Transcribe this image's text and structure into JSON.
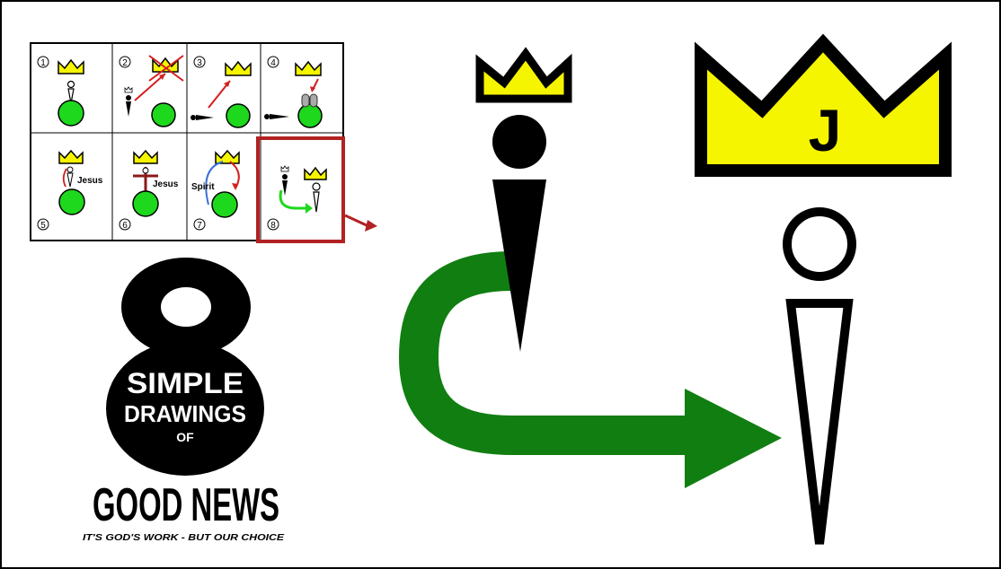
{
  "thumbnail_grid": {
    "panels": [
      {
        "number": "1"
      },
      {
        "number": "2"
      },
      {
        "number": "3"
      },
      {
        "number": "4"
      },
      {
        "number": "5",
        "label": "Jesus"
      },
      {
        "number": "6",
        "label": "Jesus"
      },
      {
        "number": "7",
        "label": "Spirit"
      },
      {
        "number": "8"
      }
    ]
  },
  "logo": {
    "big_number": "8",
    "line1": "SIMPLE",
    "line2": "DRAWINGS",
    "line3": "OF",
    "title": "GOOD NEWS",
    "tagline": "IT'S GOD'S WORK - BUT OUR CHOICE"
  },
  "main": {
    "crown_letter": "J"
  },
  "colors": {
    "crown_yellow": "#f5f500",
    "globe_green": "#1dd81d",
    "arrow_green": "#117e11",
    "highlight_red": "#b22222",
    "ink": "#000000"
  }
}
